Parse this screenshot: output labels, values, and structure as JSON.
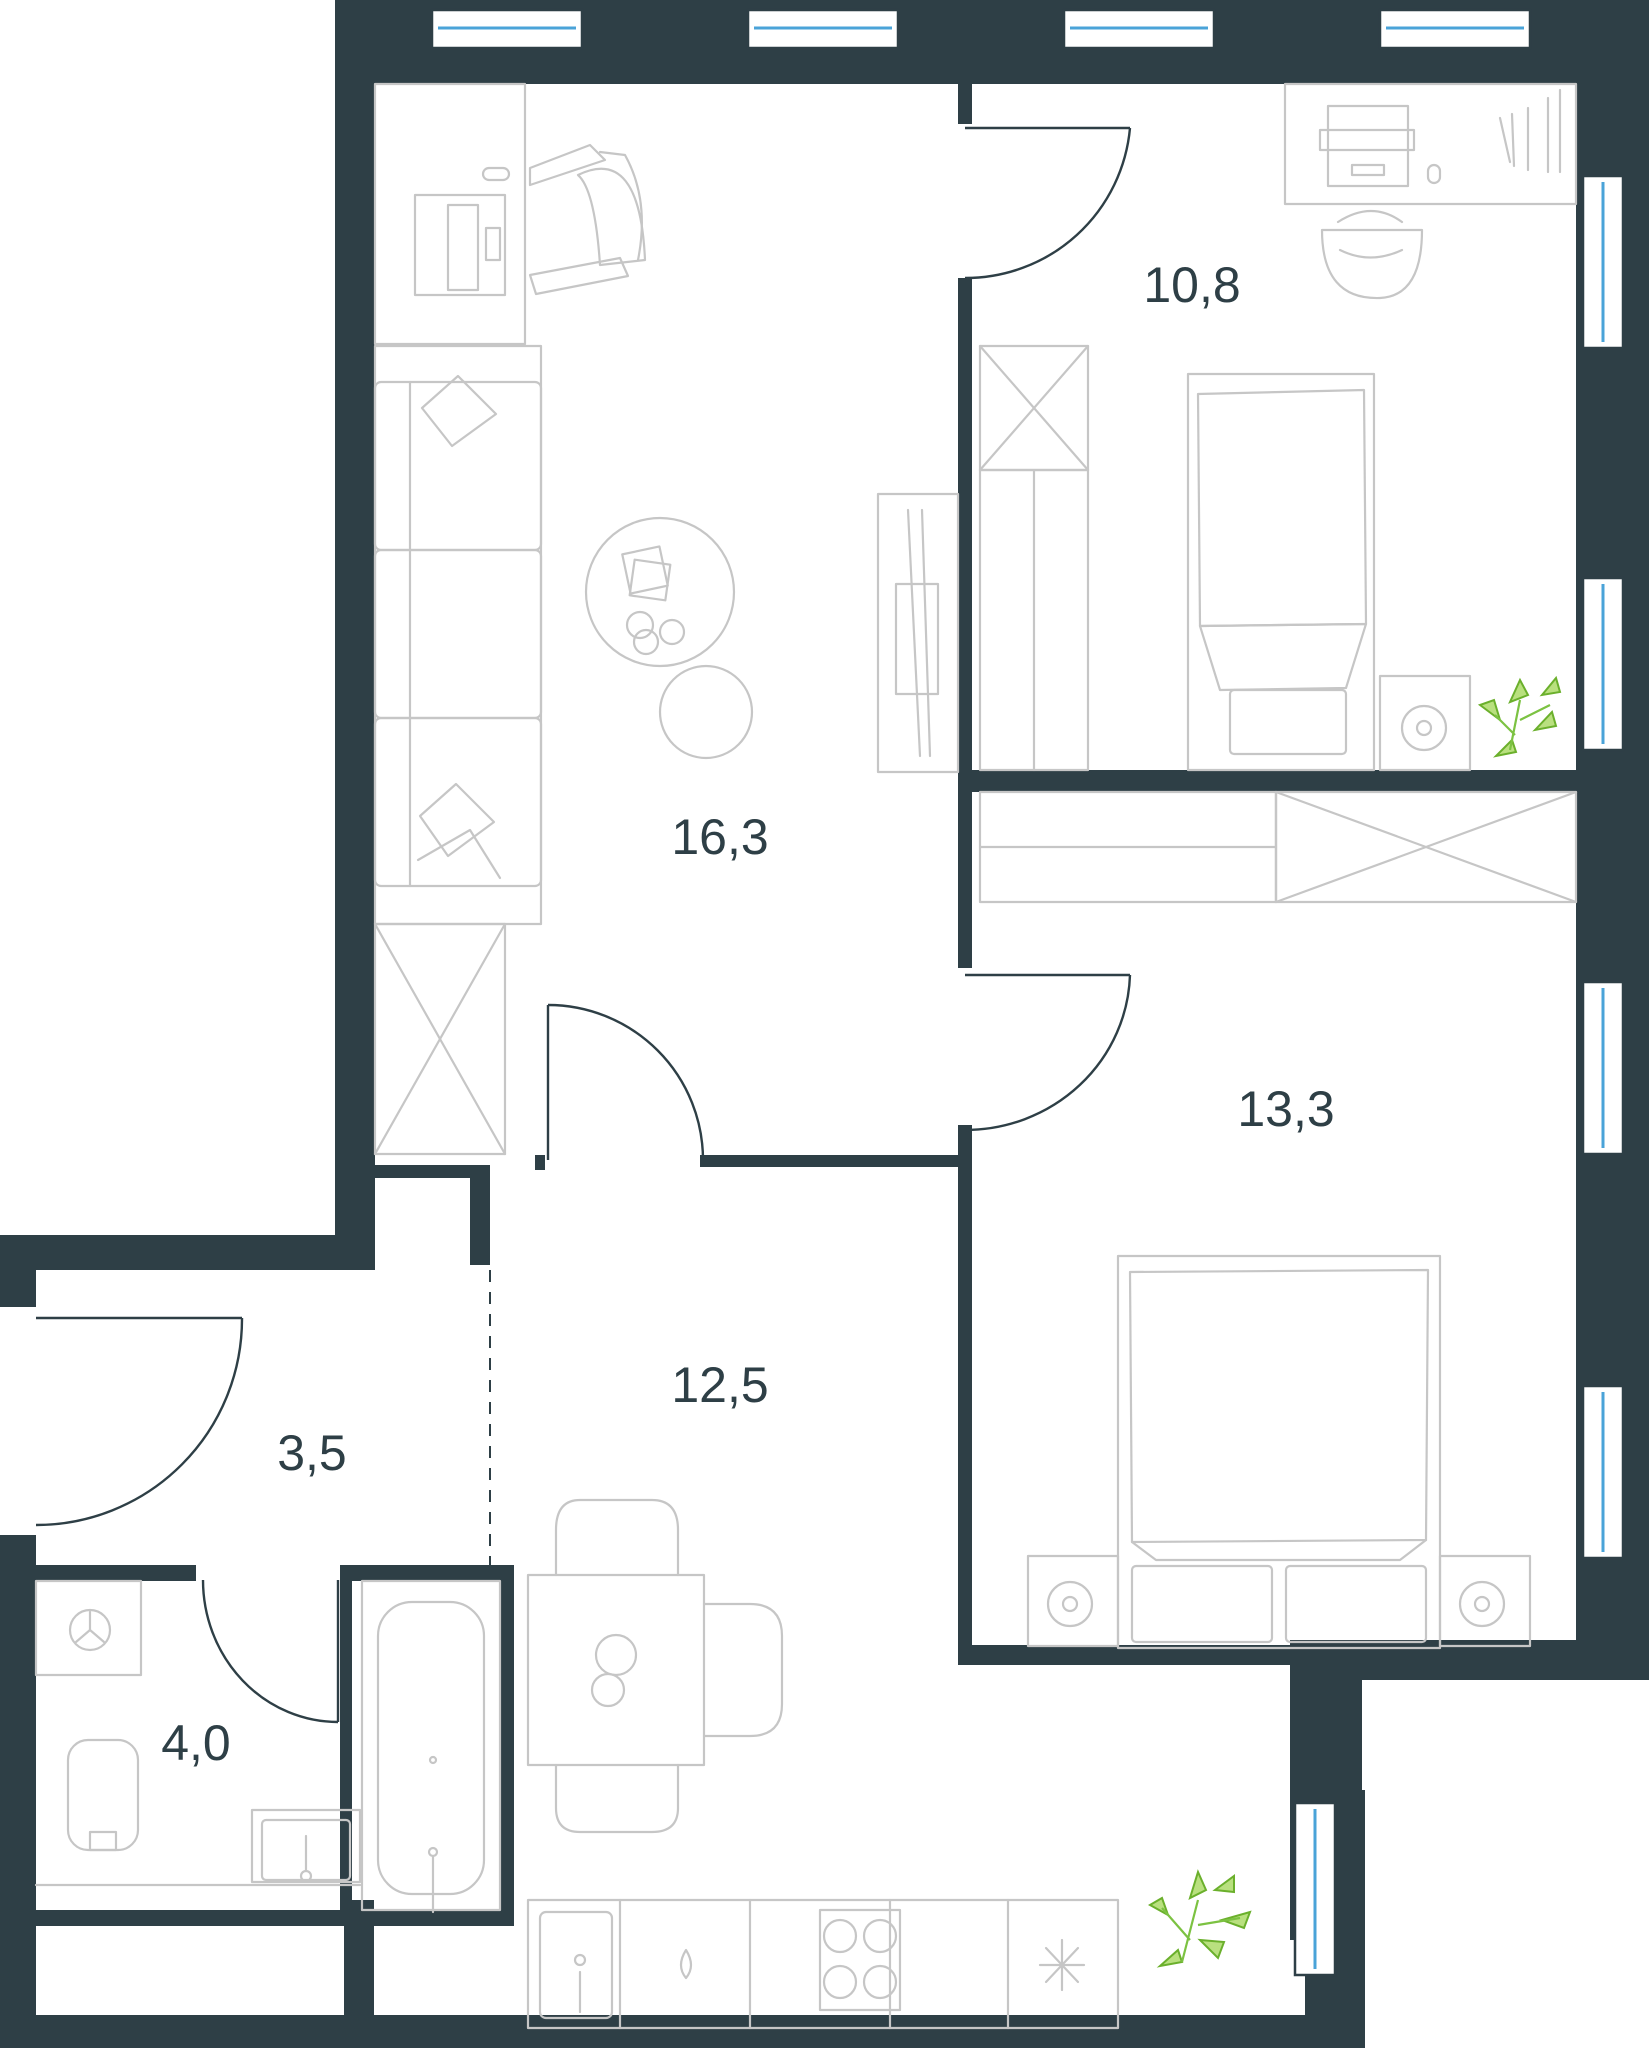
{
  "rooms": [
    {
      "id": "living",
      "area": "16,3"
    },
    {
      "id": "bedroom-small",
      "area": "10,8"
    },
    {
      "id": "bedroom-large",
      "area": "13,3"
    },
    {
      "id": "kitchen",
      "area": "12,5"
    },
    {
      "id": "hall",
      "area": "3,5"
    },
    {
      "id": "bathroom",
      "area": "4,0"
    }
  ],
  "colors": {
    "wall": "#2e3f46",
    "furniture": "#c6c6c6",
    "window_glass": "#4aa3d8",
    "plant": "#7cc242"
  }
}
